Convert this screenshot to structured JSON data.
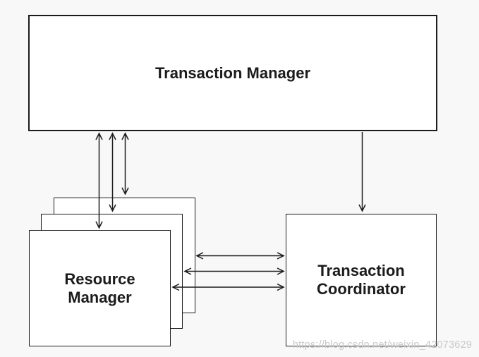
{
  "canvas": {
    "background": "#f8f8f8"
  },
  "colors": {
    "box_fill": "#ffffff",
    "box_border": "#1c1c1c",
    "arrow": "#1c1c1c",
    "label_text": "#1b1b1b",
    "watermark_text": "#c9c9c9"
  },
  "nodes": {
    "transaction_manager": {
      "label": "Transaction Manager"
    },
    "resource_manager": {
      "label": "Resource Manager",
      "stack_count": 3
    },
    "transaction_coordinator": {
      "label": "Transaction Coordinator"
    }
  },
  "edges": [
    {
      "from": "transaction_manager",
      "to": "resource_manager",
      "direction": "bidirectional",
      "count": 3,
      "orientation": "vertical"
    },
    {
      "from": "transaction_manager",
      "to": "transaction_coordinator",
      "direction": "one-way-down",
      "count": 1,
      "orientation": "vertical"
    },
    {
      "from": "resource_manager",
      "to": "transaction_coordinator",
      "direction": "bidirectional",
      "count": 3,
      "orientation": "horizontal"
    }
  ],
  "watermark": {
    "text": "https://blog.csdn.net/weixin_42073629"
  }
}
